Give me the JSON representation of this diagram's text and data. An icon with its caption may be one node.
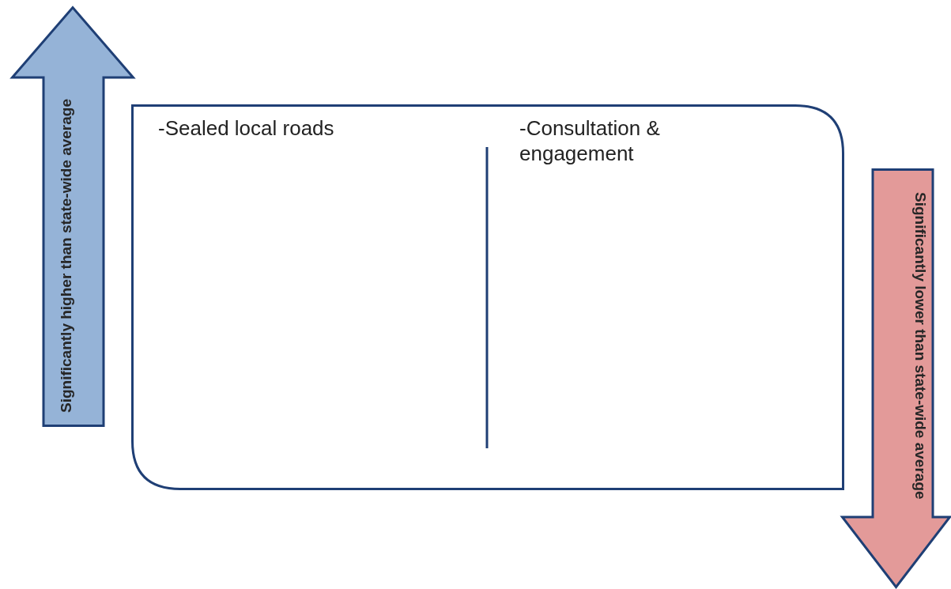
{
  "diagram": {
    "nodes": [
      {
        "text": [
          "Significantly higher than state-wide average"
        ]
      },
      {
        "text": [
          "-Sealed local roads",
          "-Consultation & engagement"
        ]
      },
      {
        "text": [
          "Significantly lower than state-wide average"
        ]
      }
    ]
  }
}
